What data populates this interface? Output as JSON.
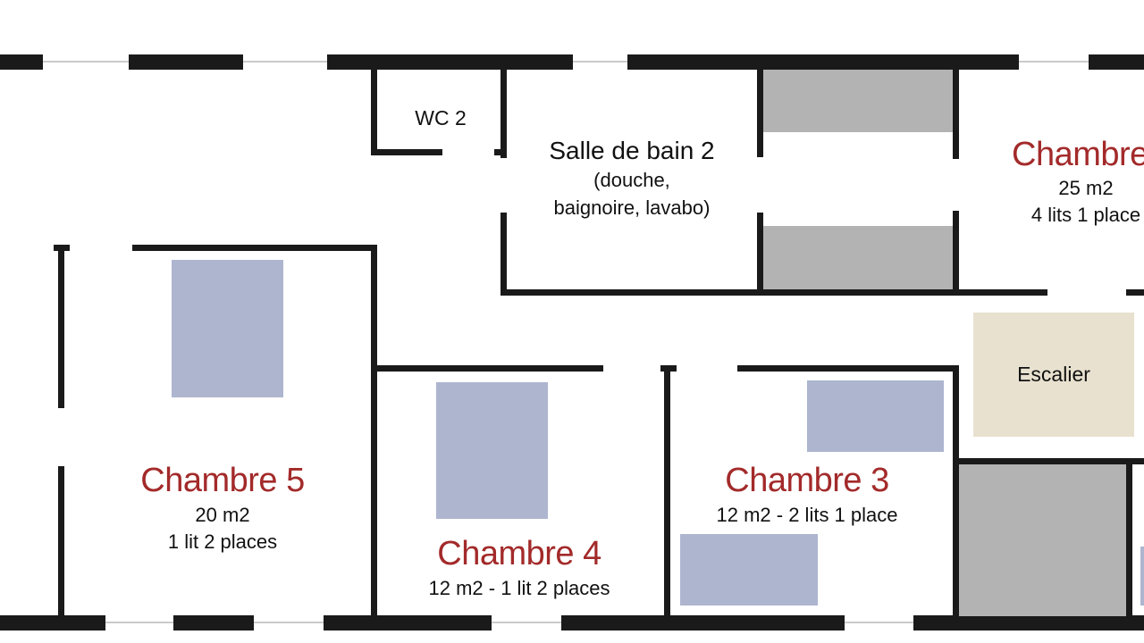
{
  "rooms": {
    "wc2": {
      "name": "WC 2"
    },
    "salle_de_bain_2": {
      "name": "Salle de bain 2",
      "details": [
        "(douche,",
        "baignoire, lavabo)"
      ]
    },
    "chambre_top_right": {
      "name": "Chambre",
      "area": "25 m2",
      "beds": "4 lits 1 place"
    },
    "chambre_5": {
      "name": "Chambre 5",
      "area": "20 m2",
      "beds": "1 lit 2 places"
    },
    "chambre_4": {
      "name": "Chambre 4",
      "info": "12 m2 - 1 lit 2 places"
    },
    "chambre_3": {
      "name": "Chambre 3",
      "info": "12 m2 - 2 lits 1 place"
    },
    "escalier": {
      "name": "Escalier"
    }
  },
  "colors": {
    "room_name": "#a32a2a",
    "wall": "#1a1a1a",
    "bed": "#adb5cf",
    "closet": "#b3b3b3",
    "stairs": "#e8e1cf"
  }
}
